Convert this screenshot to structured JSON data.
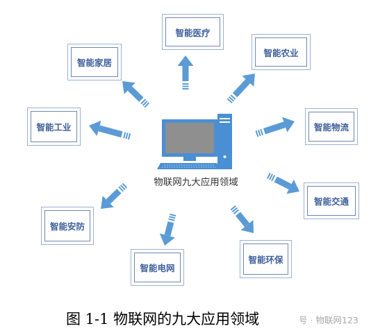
{
  "center": {
    "label": "物联网九大应用领域",
    "icon": "desktop-computer-icon"
  },
  "nodes": [
    {
      "id": "medical",
      "label": "智能医疗"
    },
    {
      "id": "agriculture",
      "label": "智能农业"
    },
    {
      "id": "logistics",
      "label": "智能物流"
    },
    {
      "id": "transport",
      "label": "智能交通"
    },
    {
      "id": "environment",
      "label": "智能环保"
    },
    {
      "id": "grid",
      "label": "智能电网"
    },
    {
      "id": "security",
      "label": "智能安防"
    },
    {
      "id": "industry",
      "label": "智能工业"
    },
    {
      "id": "home",
      "label": "智能家居"
    }
  ],
  "caption": "图 1-1  物联网的九大应用领域",
  "watermark": "号 · 物联网123",
  "colors": {
    "arrow": "#5b9bd5",
    "box_border": "#6d86b4",
    "box_text": "#3e5f9b",
    "computer": "#4a8fd3"
  }
}
